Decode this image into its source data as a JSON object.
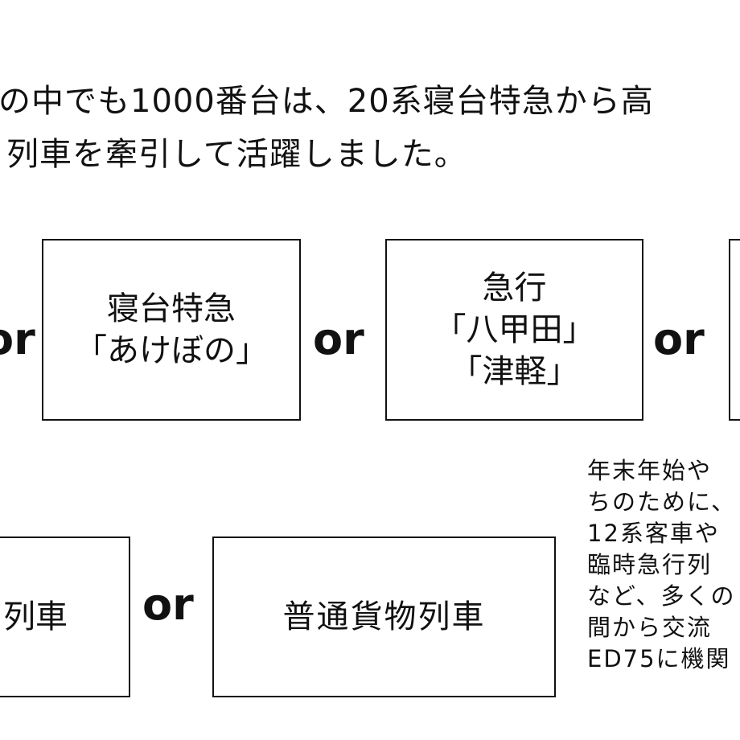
{
  "intro": {
    "line1": "の中でも1000番台は、20系寝台特急から高",
    "line2": "列車を牽引して活躍しました。"
  },
  "connector": "or",
  "boxes": {
    "akebono": {
      "line1": "寝台特急",
      "line2": "「あけぼの」"
    },
    "hakkoda": {
      "line1": "急行",
      "line2": "「八甲田」",
      "line3": "「津軽」"
    },
    "left_partial": {
      "line1": "列車"
    },
    "futsu_kamotsu": {
      "line1": "普通貨物列車"
    }
  },
  "note": {
    "lines": [
      "年末年始や",
      "ちのために、",
      "12系客車や",
      "臨時急行列",
      "など、多くの",
      "間から交流",
      "ED75に機関"
    ]
  }
}
